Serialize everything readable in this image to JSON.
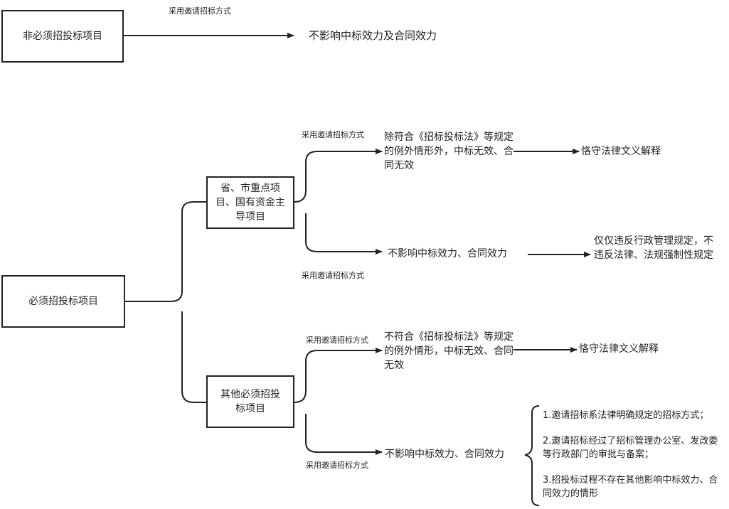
{
  "top": {
    "box": "非必须招投标项目",
    "method": "采用邀请招标方式",
    "result": "不影响中标效力及合同效力"
  },
  "root": {
    "box": "必须招投标项目"
  },
  "branchA": {
    "box": "省、市重点项目、国有资金主导项目",
    "method_upper": "采用邀请招标方式",
    "upper_result": "除符合《招标投标法》等规定的例外情形外，中标无效、合同无效",
    "upper_final": "恪守法律文义解释",
    "method_lower": "采用邀请招标方式",
    "lower_result": "不影响中标效力、合同效力",
    "lower_final": "仅仅违反行政管理规定，不违反法律、法规强制性规定"
  },
  "branchB": {
    "box": "其他必须招投标项目",
    "method_upper": "采用邀请招标方式",
    "upper_result": "不符合《招标投标法》等规定的例外情形，中标无效、合同无效",
    "upper_final": "恪守法律文义解释",
    "method_lower": "采用邀请招标方式",
    "lower_result": "不影响中标效力、合同效力",
    "conditions": [
      "1.邀请招标系法律明确规定的招标方式；",
      "2.邀请招标经过了招标管理办公室、发改委等行政部门的审批与备案；",
      "3.招投标过程不存在其他影响中标效力、合同效力的情形"
    ]
  }
}
